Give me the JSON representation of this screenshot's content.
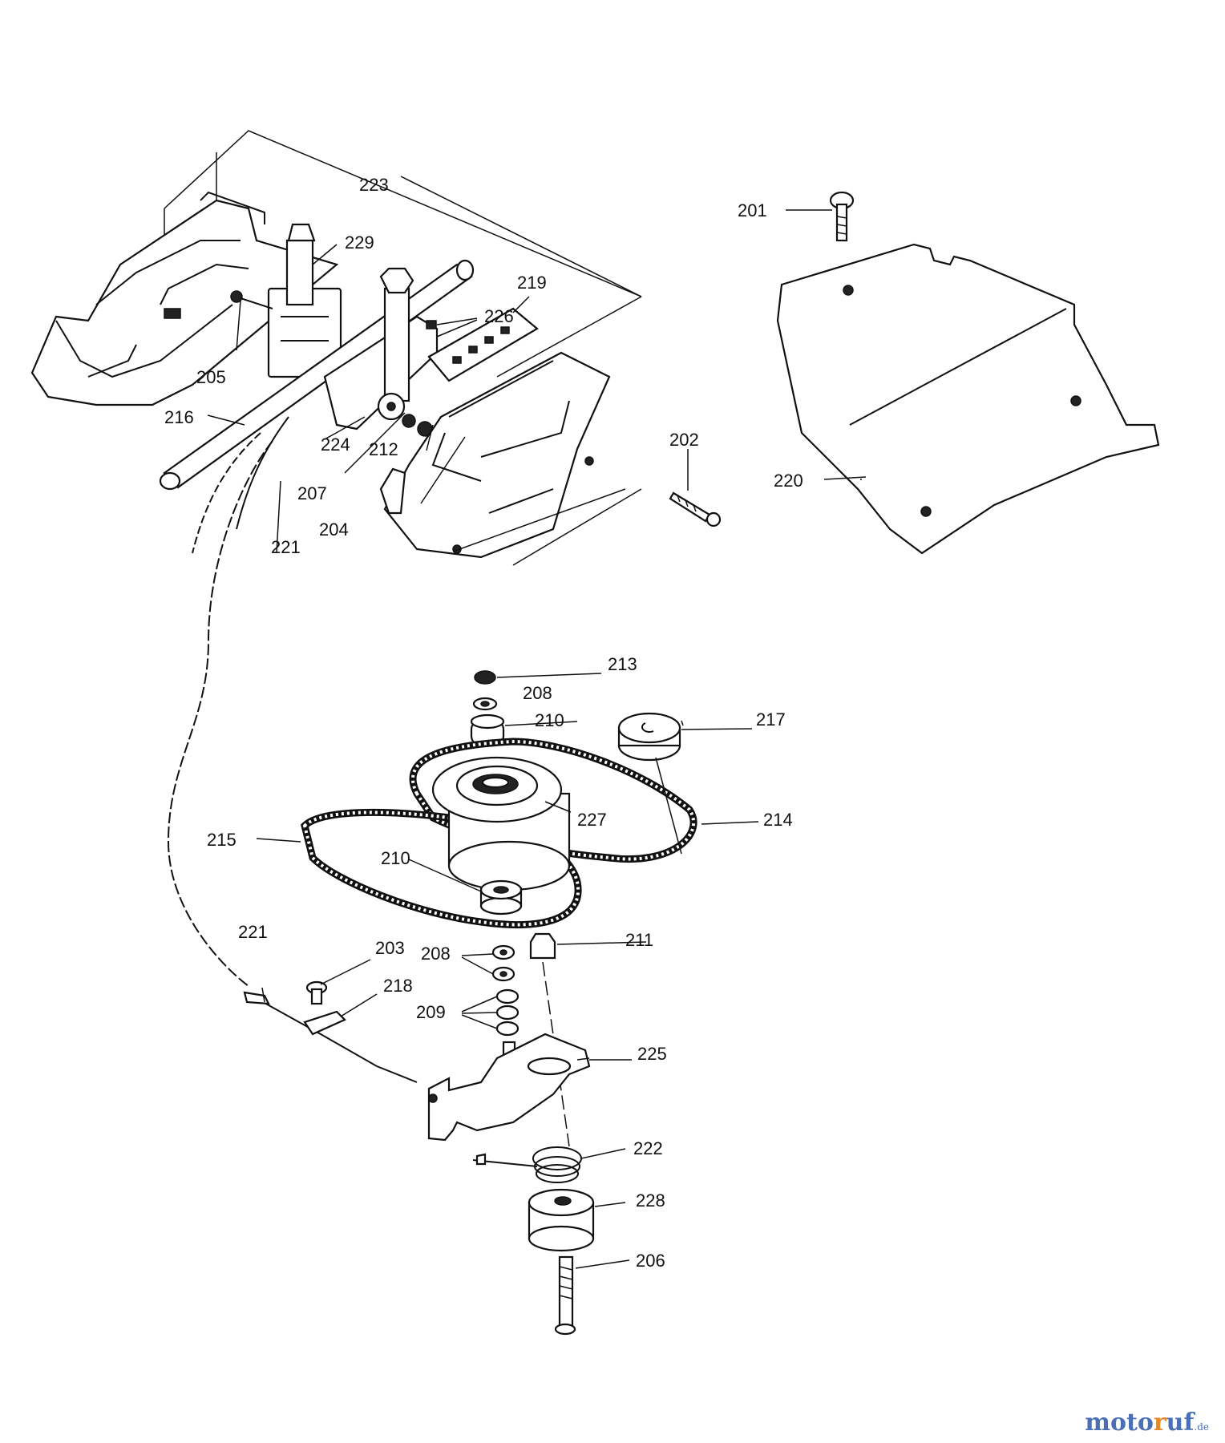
{
  "labels": {
    "p201": "201",
    "p202": "202",
    "p203": "203",
    "p204": "204",
    "p205": "205",
    "p206": "206",
    "p207": "207",
    "p208a": "208",
    "p208b": "208",
    "p209": "209",
    "p210a": "210",
    "p210b": "210",
    "p211": "211",
    "p212": "212",
    "p213": "213",
    "p214": "214",
    "p215": "215",
    "p216": "216",
    "p217": "217",
    "p218": "218",
    "p219": "219",
    "p220": "220",
    "p221a": "221",
    "p221b": "221",
    "p222": "222",
    "p223": "223",
    "p224": "224",
    "p225": "225",
    "p226": "226",
    "p227": "227",
    "p228": "228",
    "p229": "229"
  },
  "watermark": {
    "main": "moto",
    "accent": "r",
    "main2": "uf",
    "tld": ".de"
  }
}
